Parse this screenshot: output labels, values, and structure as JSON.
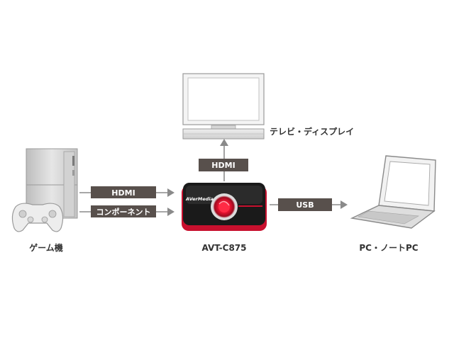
{
  "devices": {
    "game_console": {
      "label": "ゲーム機"
    },
    "capture_device": {
      "label": "AVT-C875",
      "brand": "AVerMedia"
    },
    "tv_display": {
      "label": "テレビ・ディスプレイ"
    },
    "pc_laptop": {
      "label": "PC・ノートPC"
    }
  },
  "connections": {
    "console_hdmi": {
      "label": "HDMI"
    },
    "console_component": {
      "label": "コンポーネント"
    },
    "tv_hdmi": {
      "label": "HDMI"
    },
    "pc_usb": {
      "label": "USB"
    }
  },
  "colors": {
    "tag_fill": "#58504c",
    "arrow": "#8a8a8a",
    "device_red": "#c8102e"
  }
}
